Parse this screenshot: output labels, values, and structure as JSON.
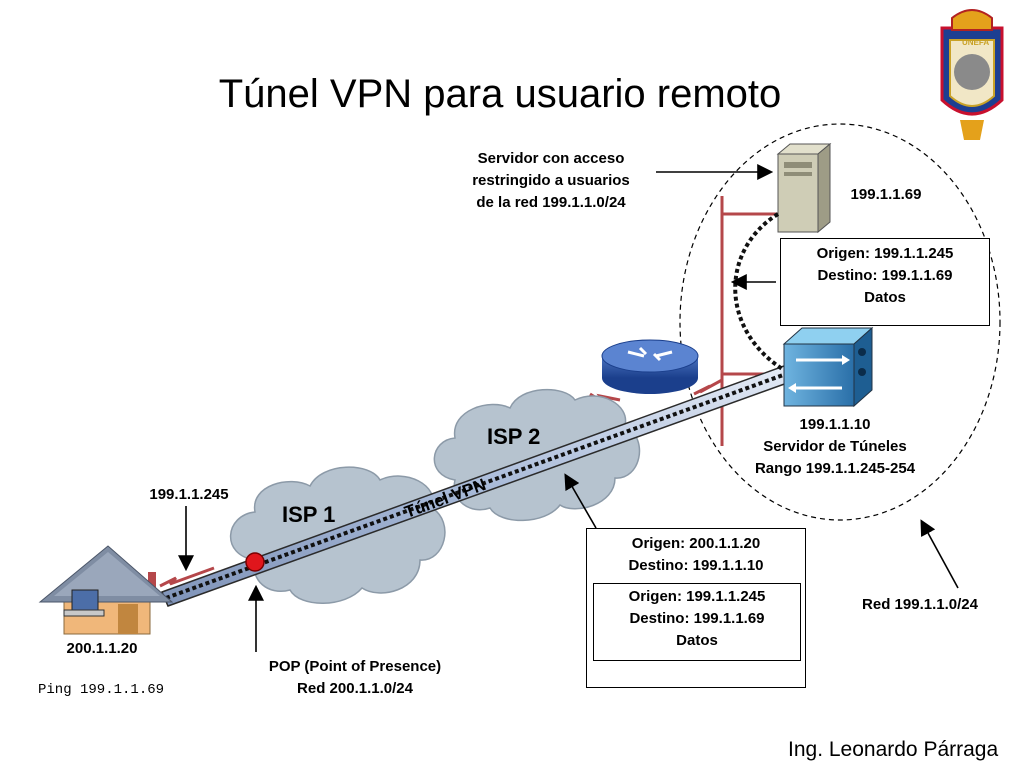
{
  "title": "Túnel VPN para usuario remoto",
  "author": "Ing. Leonardo Párraga",
  "logo": {
    "text": "UNEFA"
  },
  "server": {
    "caption_line1": "Servidor con acceso",
    "caption_line2": "restringido a usuarios",
    "caption_line3": "de la red 199.1.1.0/24",
    "ip": "199.1.1.69"
  },
  "inner_packet_top": {
    "origin": "Origen:  199.1.1.245",
    "dest": "Destino: 199.1.1.69",
    "data": "Datos"
  },
  "tunnel_server": {
    "ip": "199.1.1.10",
    "name": "Servidor de Túneles",
    "range": "Rango 199.1.1.245-254"
  },
  "isp1": "ISP 1",
  "isp2": "ISP 2",
  "tunnel_label": "Túnel VPN",
  "client": {
    "tunnel_ip": "199.1.1.245",
    "ip": "200.1.1.20",
    "command": "Ping 199.1.1.69"
  },
  "pop": {
    "line1": "POP (Point of Presence)",
    "line2": "Red 200.1.1.0/24"
  },
  "outer_packet": {
    "origin": "Origen:  200.1.1.20",
    "dest": "Destino: 199.1.1.10",
    "inner_origin": "Origen:  199.1.1.245",
    "inner_dest": "Destino: 199.1.1.69",
    "inner_data": "Datos"
  },
  "network_label": "Red 199.1.1.0/24"
}
